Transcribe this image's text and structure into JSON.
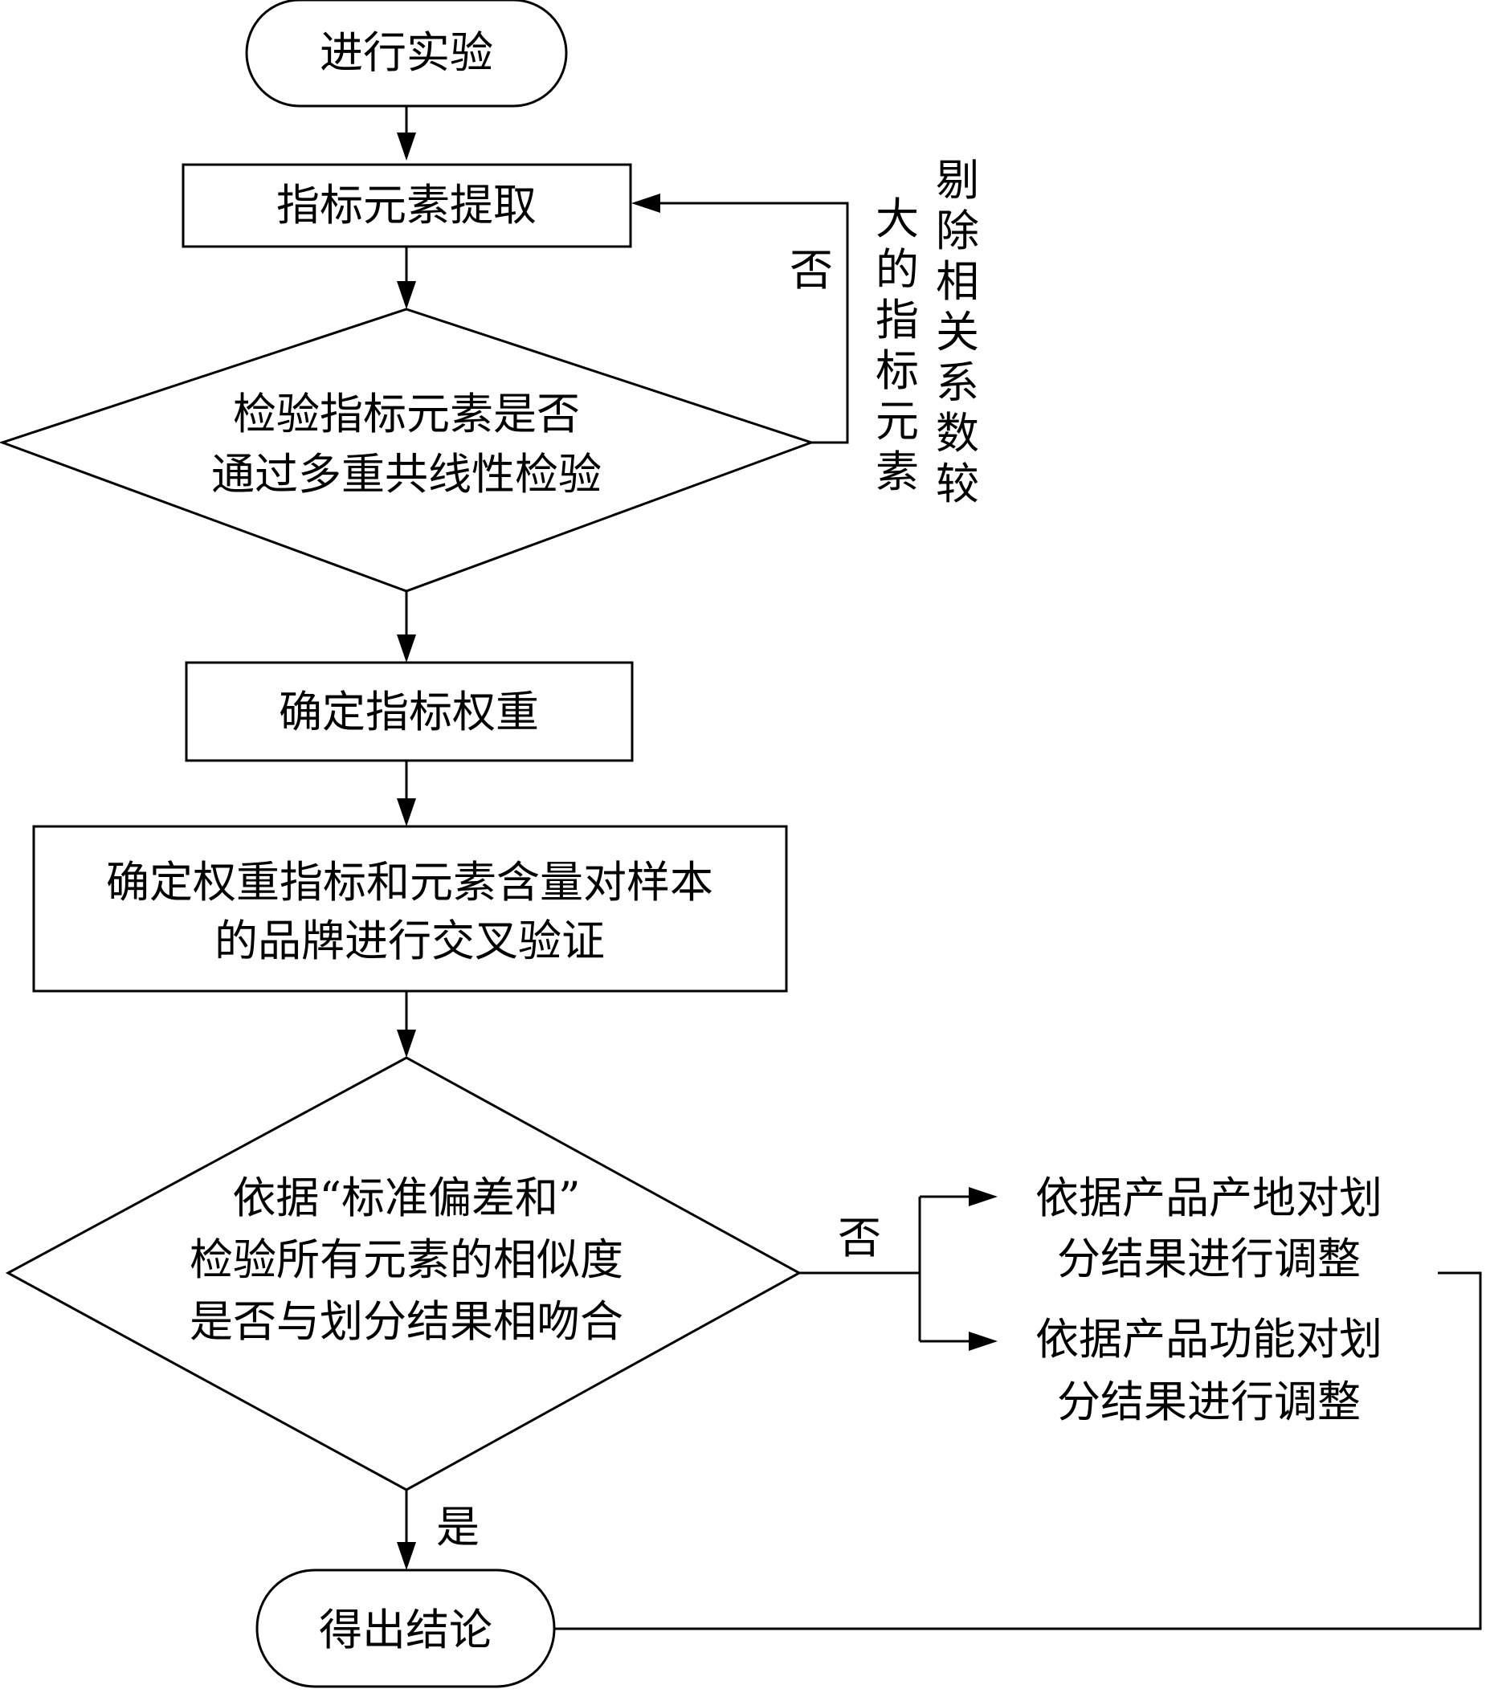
{
  "nodes": {
    "start": "进行实验",
    "extract": "指标元素提取",
    "collinearity_check": [
      "检验指标元素是否",
      "通过多重共线性检验"
    ],
    "weights": "确定指标权重",
    "cross_validate": [
      "确定权重指标和元素含量对样本",
      "的品牌进行交叉验证"
    ],
    "similarity_check": [
      "依据“标准偏差和”",
      "检验所有元素的相似度",
      "是否与划分结果相吻合"
    ],
    "adjust_origin": [
      "依据产品产地对划",
      "分结果进行调整"
    ],
    "adjust_function": [
      "依据产品功能对划",
      "分结果进行调整"
    ],
    "end": "得出结论"
  },
  "edge_labels": {
    "collinearity_no": "否",
    "similarity_no": "否",
    "similarity_yes": "是"
  },
  "side_note": {
    "col1": [
      "剔",
      "除",
      "相",
      "关",
      "系",
      "数",
      "较"
    ],
    "col2": [
      "大",
      "的",
      "指",
      "标",
      "元",
      "素"
    ]
  }
}
